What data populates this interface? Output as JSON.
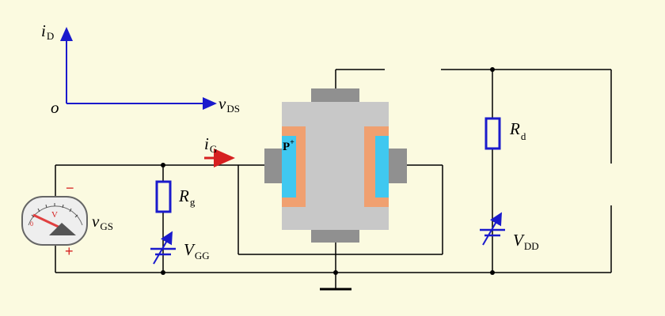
{
  "colors": {
    "background": "#fbfae0",
    "wire": "#000000",
    "axis": "#1a1acc",
    "component": "#1a1acc",
    "device_body": "#c8c8c8",
    "gate_region": "#f0a070",
    "channel": "#40c8f0",
    "terminal": "#909090",
    "current_arrow": "#d62020"
  },
  "axes": {
    "y_label": "i",
    "y_sub": "D",
    "x_label": "v",
    "x_sub": "DS",
    "origin": "o"
  },
  "labels": {
    "ig": "i",
    "ig_sub": "G",
    "rg": "R",
    "rg_sub": "g",
    "vgg": "V",
    "vgg_sub": "GG",
    "vgs": "v",
    "vgs_sub": "GS",
    "rd": "R",
    "rd_sub": "d",
    "vdd": "V",
    "vdd_sub": "DD",
    "p_region": "P",
    "p_sup": "+",
    "minus": "−",
    "plus": "+"
  },
  "voltmeter": {
    "symbol": "V",
    "zero": "0"
  }
}
